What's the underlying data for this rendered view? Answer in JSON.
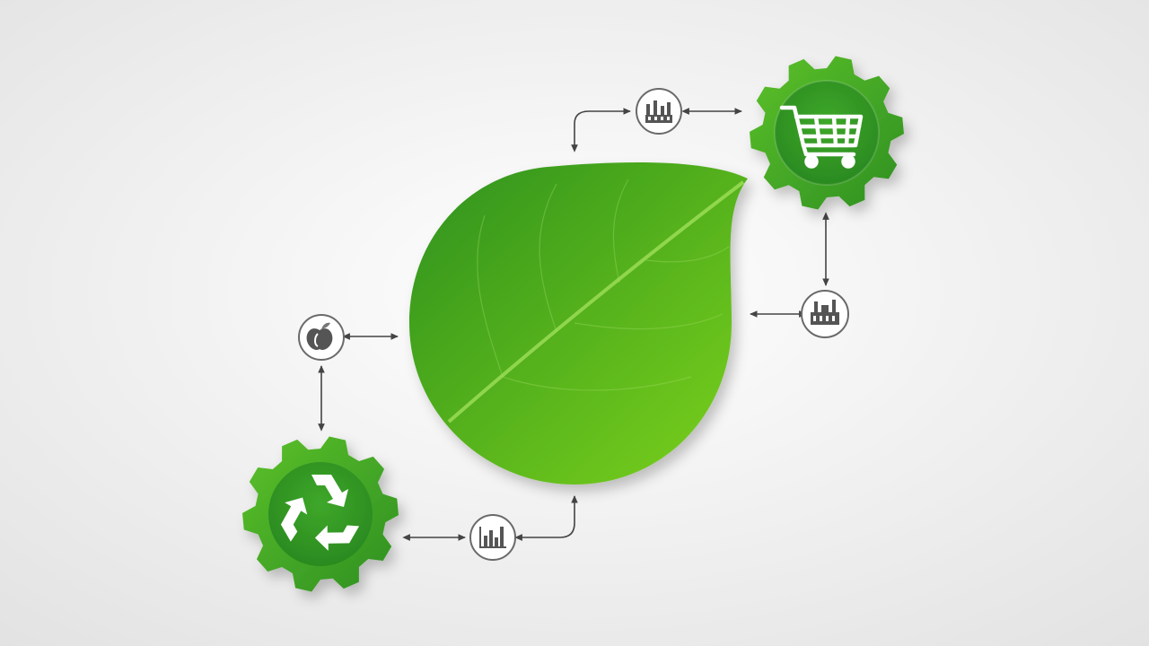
{
  "diagram": {
    "background": {
      "center": "#ffffff",
      "edge": "#e2e2e2"
    },
    "colors": {
      "leaf_dark": "#2e9120",
      "leaf_light": "#7cd21c",
      "gear_dark": "#2e8f22",
      "gear_light": "#5cc12a",
      "connector": "#444444",
      "node_ring": "#6a6a6a",
      "node_fill": "#ffffff",
      "icon_white": "#ffffff"
    },
    "central": {
      "name": "leaf",
      "icon": "leaf-icon"
    },
    "hubs": [
      {
        "name": "shopping",
        "icon": "shopping-cart-icon"
      },
      {
        "name": "recycling",
        "icon": "recycle-icon"
      }
    ],
    "nodes": [
      {
        "name": "production",
        "icon": "factory-icon"
      },
      {
        "name": "industry",
        "icon": "industrial-plant-icon"
      },
      {
        "name": "resources",
        "icon": "apple-icon"
      },
      {
        "name": "statistics",
        "icon": "bar-chart-icon"
      }
    ]
  }
}
